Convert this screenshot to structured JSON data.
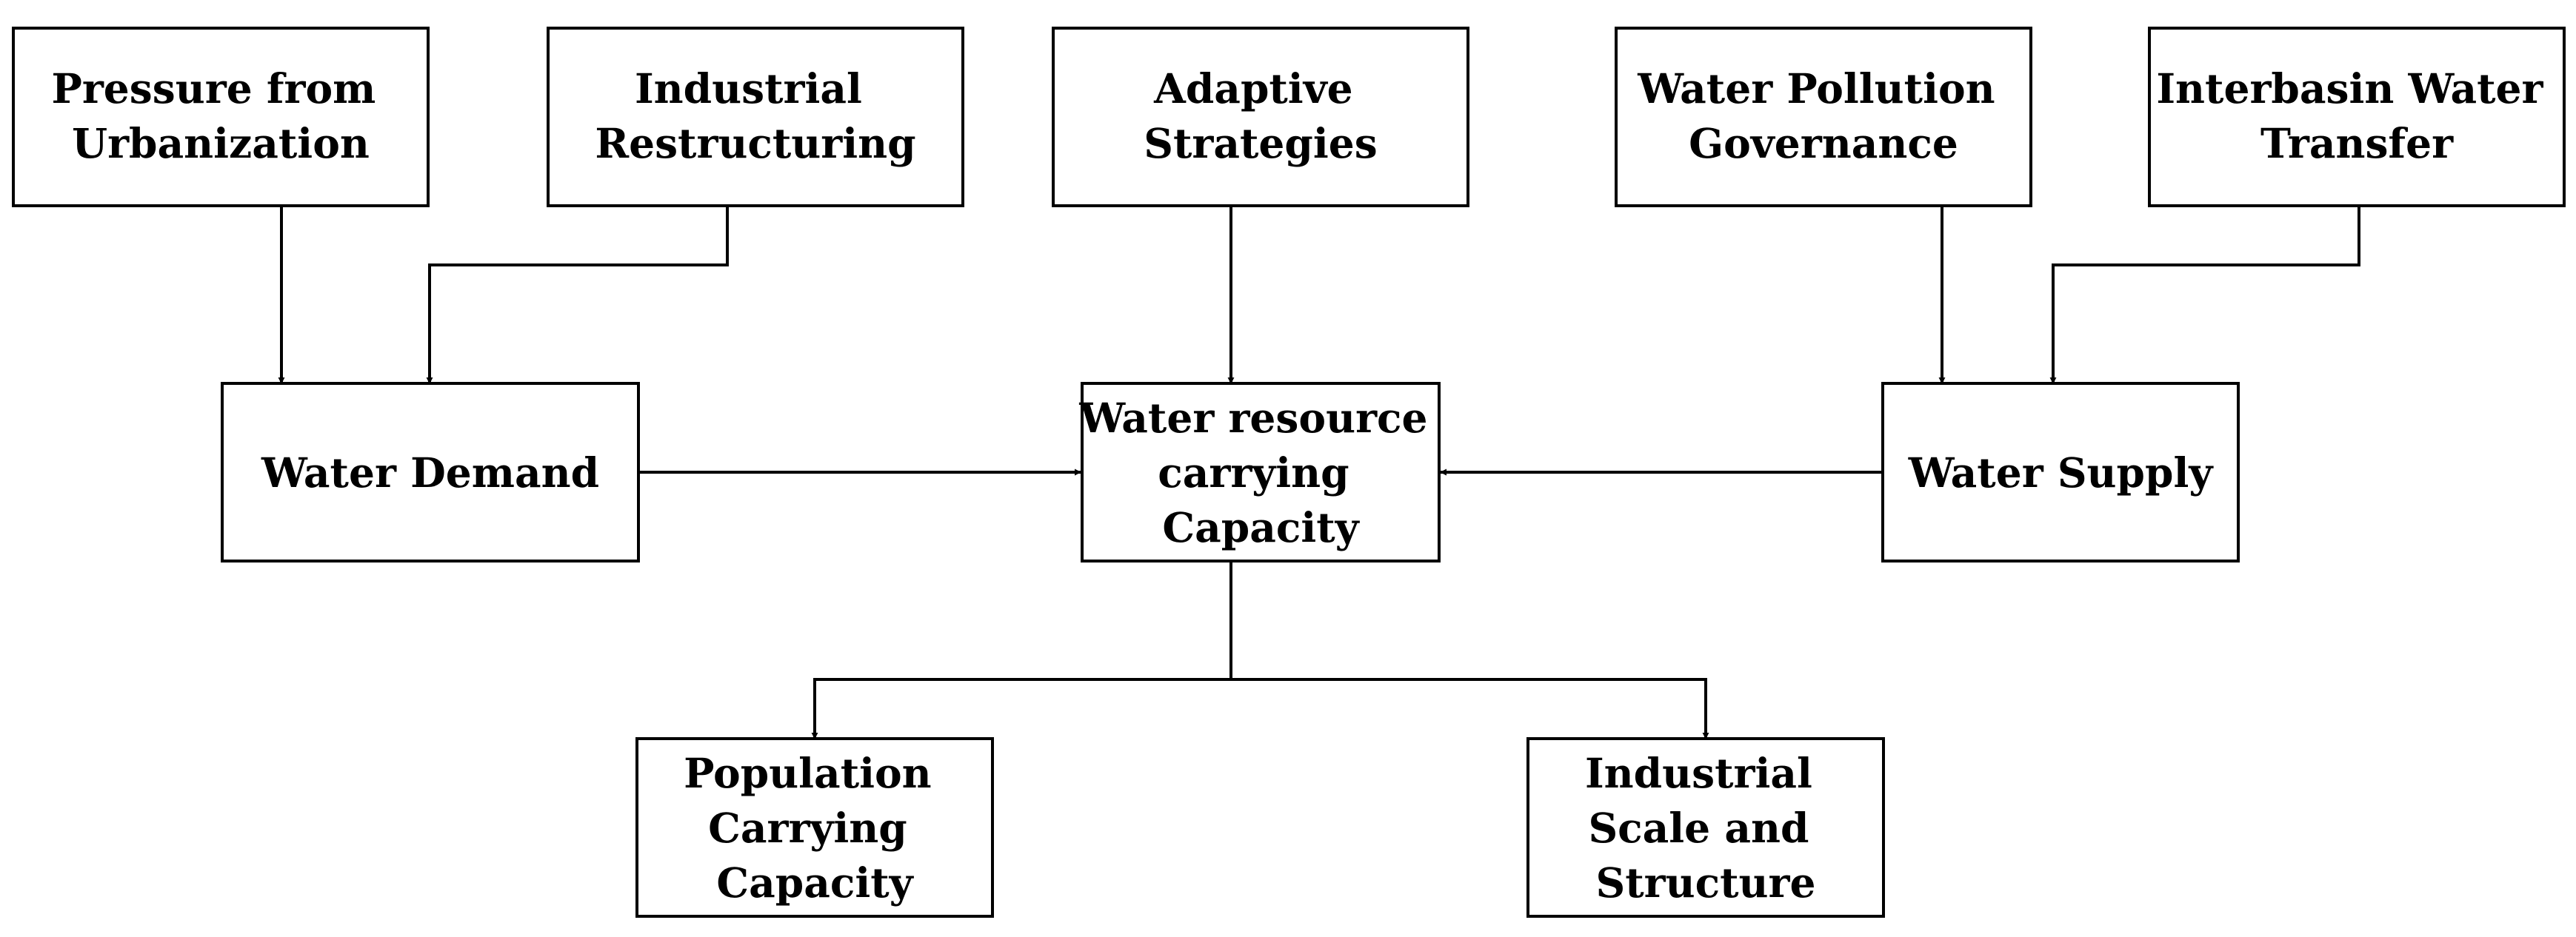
{
  "diagram": {
    "nodes": {
      "urbanization": {
        "lines": [
          "Pressure from",
          "Urbanization"
        ]
      },
      "industrial_restructuring": {
        "lines": [
          "Industrial",
          "Restructuring"
        ]
      },
      "adaptive_strategies": {
        "lines": [
          "Adaptive",
          "Strategies"
        ]
      },
      "pollution_governance": {
        "lines": [
          "Water Pollution",
          "Governance"
        ]
      },
      "interbasin_transfer": {
        "lines": [
          "Interbasin Water",
          "Transfer"
        ]
      },
      "water_demand": {
        "lines": [
          "Water Demand"
        ]
      },
      "carrying_capacity": {
        "lines": [
          "Water resource",
          "carrying",
          "Capacity"
        ]
      },
      "water_supply": {
        "lines": [
          "Water Supply"
        ]
      },
      "population_capacity": {
        "lines": [
          "Population",
          "Carrying",
          "Capacity"
        ]
      },
      "industrial_scale": {
        "lines": [
          "Industrial",
          "Scale and",
          "Structure"
        ]
      }
    },
    "edges": [
      {
        "from": "urbanization",
        "to": "water_demand"
      },
      {
        "from": "industrial_restructuring",
        "to": "water_demand"
      },
      {
        "from": "adaptive_strategies",
        "to": "carrying_capacity"
      },
      {
        "from": "pollution_governance",
        "to": "water_supply"
      },
      {
        "from": "interbasin_transfer",
        "to": "water_supply"
      },
      {
        "from": "water_demand",
        "to": "carrying_capacity"
      },
      {
        "from": "water_supply",
        "to": "carrying_capacity"
      },
      {
        "from": "carrying_capacity",
        "to": "population_capacity"
      },
      {
        "from": "carrying_capacity",
        "to": "industrial_scale"
      }
    ]
  }
}
